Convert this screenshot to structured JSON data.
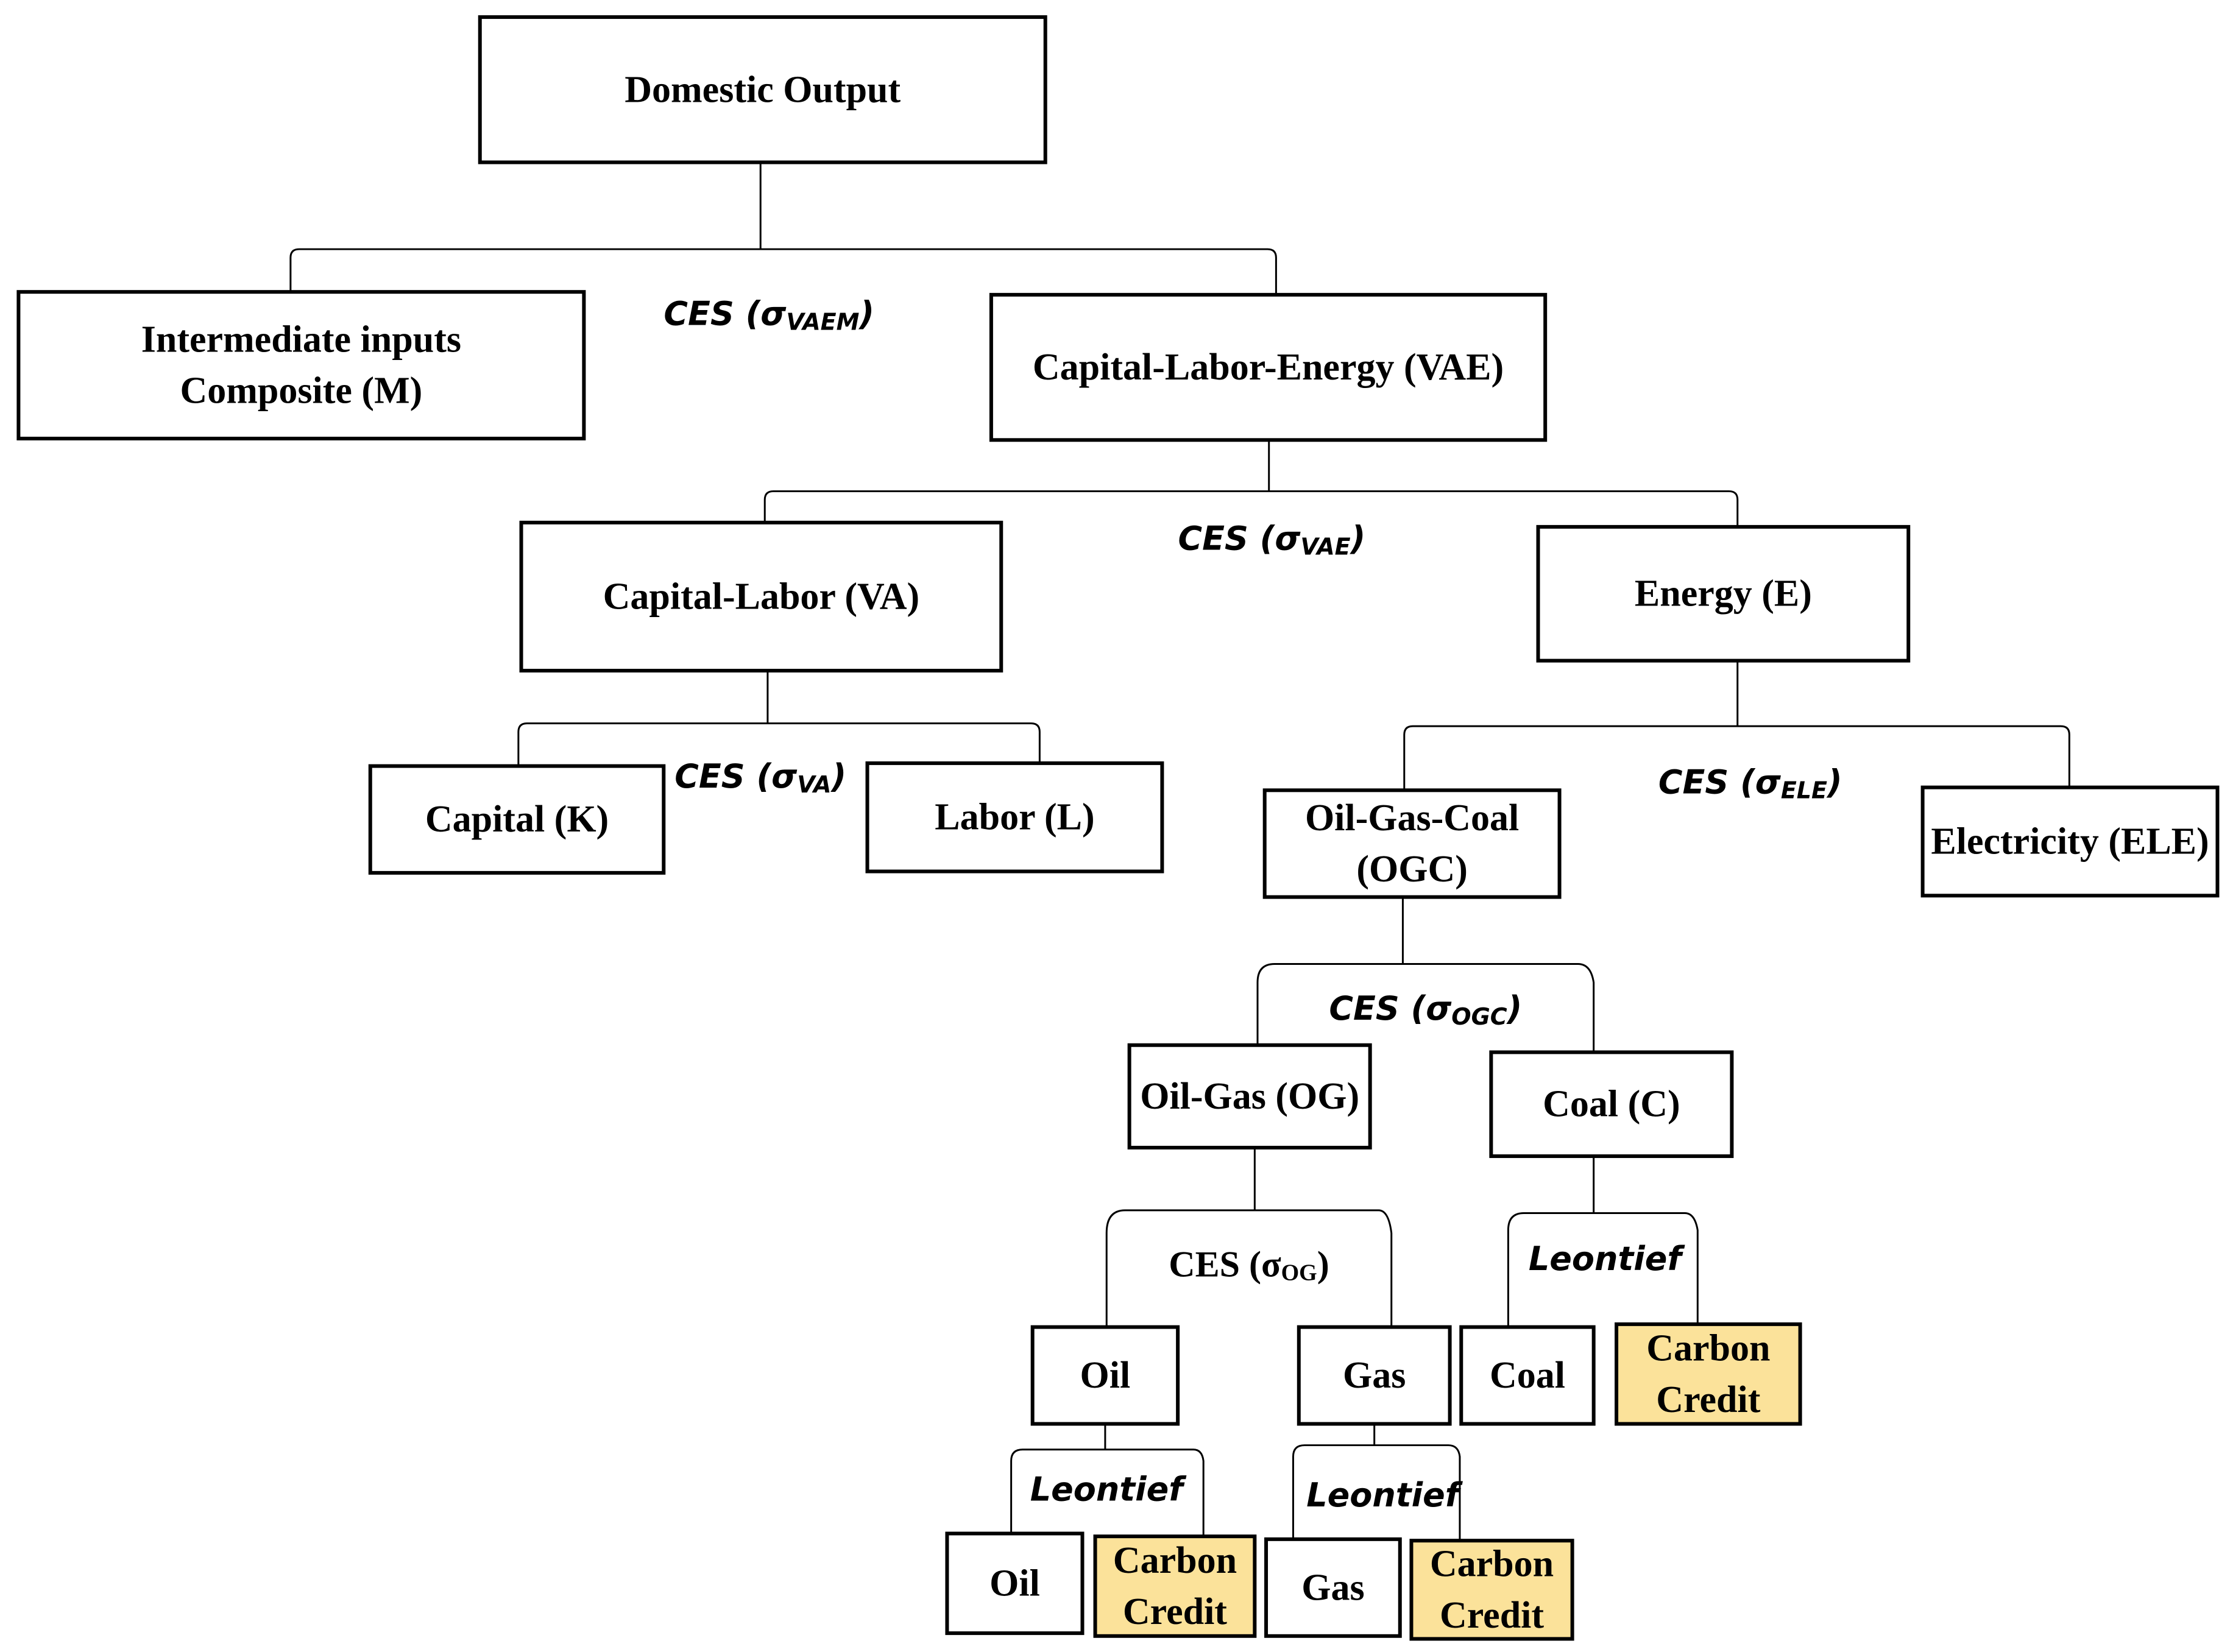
{
  "nodes": {
    "domestic_output": [
      "Domestic Output"
    ],
    "intermediate": [
      "Intermediate inputs",
      "Composite (M)"
    ],
    "vae": [
      "Capital-Labor-Energy (VAE)"
    ],
    "va": [
      "Capital-Labor (VA)"
    ],
    "energy": [
      "Energy (E)"
    ],
    "capital": [
      "Capital (K)"
    ],
    "labor": [
      "Labor (L)"
    ],
    "ogc": [
      "Oil-Gas-Coal",
      "(OGC)"
    ],
    "electricity": [
      "Electricity (ELE)"
    ],
    "og": [
      "Oil-Gas (OG)"
    ],
    "coal_c": [
      "Coal (C)"
    ],
    "oil": [
      "Oil"
    ],
    "gas": [
      "Gas"
    ],
    "coal": [
      "Coal"
    ],
    "credit_coal": [
      "Carbon",
      "Credit"
    ],
    "oil_leaf": [
      "Oil"
    ],
    "credit_oil": [
      "Carbon",
      "Credit"
    ],
    "gas_leaf": [
      "Gas"
    ],
    "credit_gas": [
      "Carbon",
      "Credit"
    ]
  },
  "functions": {
    "vaem": {
      "prefix": "CES (σ",
      "sub": "VAEM",
      "suffix": ")"
    },
    "vae": {
      "prefix": "CES (σ",
      "sub": "VAE",
      "suffix": ")"
    },
    "va": {
      "prefix": "CES (σ",
      "sub": "VA",
      "suffix": ")"
    },
    "ele": {
      "prefix": "CES (σ",
      "sub": "ELE",
      "suffix": ")"
    },
    "ogc": {
      "prefix": "CES (σ",
      "sub": "OGC",
      "suffix": ")"
    },
    "og": {
      "prefix": "CES (σ",
      "sub": "OG",
      "suffix": ")"
    },
    "leontief_coal": {
      "text": "Leontief"
    },
    "leontief_oil": {
      "text": "Leontief"
    },
    "leontief_gas": {
      "text": "Leontief"
    }
  },
  "colors": {
    "carbon_credit_fill": "#fbe29a",
    "stroke": "#000000"
  }
}
